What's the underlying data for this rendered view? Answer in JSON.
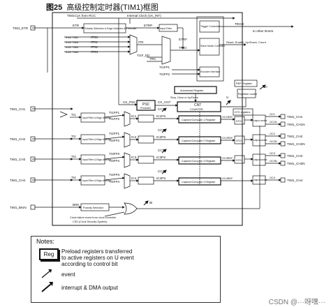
{
  "figure": {
    "number": "图25",
    "title": "高级控制定时器(TIM1)框图"
  },
  "watermark": "CSDN @···呀嘿···",
  "labels": {
    "tim1clk": "TIM1CLK from RCC",
    "ck_int": "Internal Clock (CK_INT)",
    "etr_in": "TIM1_ETR",
    "etr": "ETR",
    "etrp": "ETRP",
    "etrf": "ETRF",
    "polarity_etr": "Polarity Selection & Edge Detector & Prescaler",
    "input_filter": "Input Filter",
    "trigger_ctrl": "Trigger Controller",
    "slave_mode": "Slave Mode Controller",
    "encoder_if": "Encoder Interface",
    "itr0": "ITR0",
    "itr1": "ITR1",
    "itr2": "ITR2",
    "itr3": "ITR3",
    "itr_tim2": "from TIM2",
    "itr_tim3": "from TIM3",
    "itr_tim4": "from TIM4",
    "itr_tim5": "from TIM5",
    "itr": "ITR",
    "trc": "TRC",
    "trgi": "TRGI",
    "trgo": "TRGO",
    "to_other": "to other timers",
    "tif_ed": "TI1F_ED",
    "ti1fp1": "TI1FP1",
    "ti2fp2": "TI2FP2",
    "reset_modes": "Reset, Enable, Up/Down, Count",
    "u": "U",
    "ui": "UI",
    "rep_register": "REP Register",
    "rep_counter": "Repetition counter",
    "autoreload": "Autoreload Register",
    "stop_clear": "Stop, Clear or Up/Down",
    "ck_psc": "CK_PSC",
    "psc": "PSC",
    "prescaler": "Prescaler",
    "ck_cnt": "CK_CNT",
    "cnt": "CNT",
    "counter": "COUNTER",
    "dtg_reg": "DTG registers",
    "dtg": "DTG",
    "output_ctrl": "output control",
    "ch1": "TIM1_CH1",
    "ch2": "TIM1_CH2",
    "ch3": "TIM1_CH3",
    "ch4": "TIM1_CH4",
    "ti1": "TI1",
    "ti2": "TI2",
    "ti3": "TI3",
    "ti4": "TI4",
    "edge_det": "Input Filter & Edge detector",
    "ti1fp1_b": "TI1FP1",
    "ti1fp2": "TI1FP2",
    "ti2fp1": "TI2FP1",
    "ti2fp2_b": "TI2FP2",
    "ti3fp3": "TI3FP3",
    "ti3fp4": "TI3FP4",
    "ti4fp3": "TI4FP3",
    "ti4fp4": "TI4FP4",
    "ic1": "IC1",
    "ic2": "IC2",
    "ic3": "IC3",
    "ic4": "IC4",
    "ic1ps": "IC1PS",
    "ic2ps": "IC2PS",
    "ic3ps": "IC3PS",
    "ic4ps": "IC4PS",
    "cc1i": "CC1I",
    "cc2i": "CC2I",
    "cc3i": "CC3I",
    "cc4i": "CC4I",
    "capcomp1": "Capture/Compare 1 Register",
    "capcomp2": "Capture/Compare 2 Register",
    "capcomp3": "Capture/Compare 3 Register",
    "capcomp4": "Capture/Compare 4 Register",
    "oc1ref": "OC1REF",
    "oc2ref": "OC2REF",
    "oc3ref": "OC3REF",
    "oc4ref": "OC4REF",
    "oc1": "OC1",
    "oc1n": "OC1N",
    "oc2": "OC2",
    "oc2n": "OC2N",
    "oc3": "OC3",
    "oc3n": "OC3N",
    "oc4": "OC4",
    "out_ch1": "TIM1_CH1",
    "out_ch1n": "TIM1_CH1N",
    "out_ch2": "TIM1_CH2",
    "out_ch2n": "TIM1_CH2N",
    "out_ch3": "TIM1_CH3",
    "out_ch3n": "TIM1_CH3N",
    "out_ch4": "TIM1_CH4",
    "bkin": "TIM1_BKIN",
    "brk": "BRK",
    "polarity_sel": "Polarity Selection",
    "bi": "BI",
    "clock_fail": "Clock failure event from clock controller",
    "css": "CSS (Clock Security System)"
  },
  "notes": {
    "title": "Notes:",
    "reg": "Reg",
    "reg_desc_1": "Preload registers transferred",
    "reg_desc_2": "to active registers on U event",
    "reg_desc_3": "according to control bit",
    "event": "event",
    "interrupt": "interrupt & DMA output"
  }
}
